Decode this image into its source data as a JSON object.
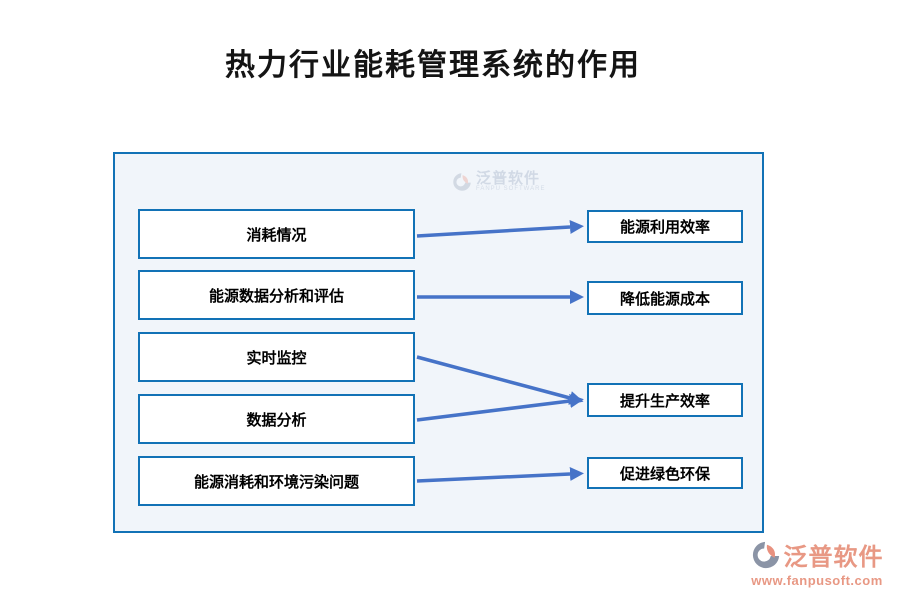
{
  "title": "热力行业能耗管理系统的作用",
  "diagram": {
    "left_boxes": [
      {
        "label": "消耗情况"
      },
      {
        "label": "能源数据分析和评估"
      },
      {
        "label": "实时监控"
      },
      {
        "label": "数据分析"
      },
      {
        "label": "能源消耗和环境污染问题"
      }
    ],
    "right_boxes": [
      {
        "label": "能源利用效率"
      },
      {
        "label": "降低能源成本"
      },
      {
        "label": "提升生产效率"
      },
      {
        "label": "促进绿色环保"
      }
    ],
    "connections": [
      {
        "from": "消耗情况",
        "to": "能源利用效率"
      },
      {
        "from": "能源数据分析和评估",
        "to": "降低能源成本"
      },
      {
        "from": "实时监控",
        "to": "提升生产效率"
      },
      {
        "from": "数据分析",
        "to": "提升生产效率"
      },
      {
        "from": "能源消耗和环境污染问题",
        "to": "促进绿色环保"
      }
    ],
    "colors": {
      "panel_border": "#1272b6",
      "panel_bg": "#f1f5fa",
      "box_bg": "#ffffff",
      "box_border": "#1272b6",
      "arrow": "#4673c8",
      "watermark": "#e89884"
    }
  },
  "watermark_top": {
    "brand": "泛普软件",
    "brand_sub": "FANPU SOFTWARE"
  },
  "watermark_bottom": {
    "brand": "泛普软件",
    "url": "www.fanpusoft.com"
  }
}
